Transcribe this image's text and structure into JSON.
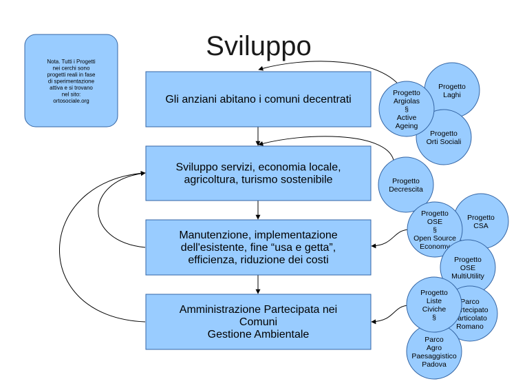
{
  "title": "Sviluppo",
  "note": {
    "lines": [
      "Nota. Tutti i Progetti",
      "nei cerchi sono",
      "progetti reali in fase",
      "di sperimentazione",
      "attiva e si trovano",
      "nel sito:",
      "ortosociale.org"
    ]
  },
  "steps": [
    {
      "lines": [
        "Gli anziani abitano i comuni decentrati"
      ]
    },
    {
      "lines": [
        "Sviluppo servizi, economia locale,",
        "agricoltura, turismo sostenibile"
      ]
    },
    {
      "lines": [
        "Manutenzione, implementazione",
        "dell'esistente, fine “usa e getta”,",
        "efficienza, riduzione dei costi"
      ]
    },
    {
      "lines": [
        "Amministrazione Partecipata nei",
        "Comuni",
        "Gestione Ambientale"
      ]
    }
  ],
  "projects": [
    {
      "lines": [
        "Progetto",
        "Laghi"
      ]
    },
    {
      "lines": [
        "Progetto",
        "Orti Sociali"
      ]
    },
    {
      "lines": [
        "Progetto",
        "Argiolas",
        "§",
        "Active",
        "Ageing"
      ]
    },
    {
      "lines": [
        "Progetto",
        "Decrescita"
      ]
    },
    {
      "lines": [
        "Progetto",
        "CSA"
      ]
    },
    {
      "lines": [
        "Progetto",
        "OSE",
        "§",
        "Open Source",
        "Economy"
      ]
    },
    {
      "lines": [
        "Progetto",
        "OSE",
        "MultiUtility"
      ]
    },
    {
      "lines": [
        "Parco",
        "Partecipato",
        "Particolato",
        "Romano"
      ]
    },
    {
      "lines": [
        "Parco",
        "Agro",
        "Paesaggistico",
        "Padova"
      ]
    },
    {
      "lines": [
        "Progetto",
        "Liste",
        "Civiche",
        "§"
      ]
    }
  ],
  "colors": {
    "fill": "#99ccff",
    "stroke": "#3465a4",
    "line": "#000000",
    "text": "#000000"
  }
}
